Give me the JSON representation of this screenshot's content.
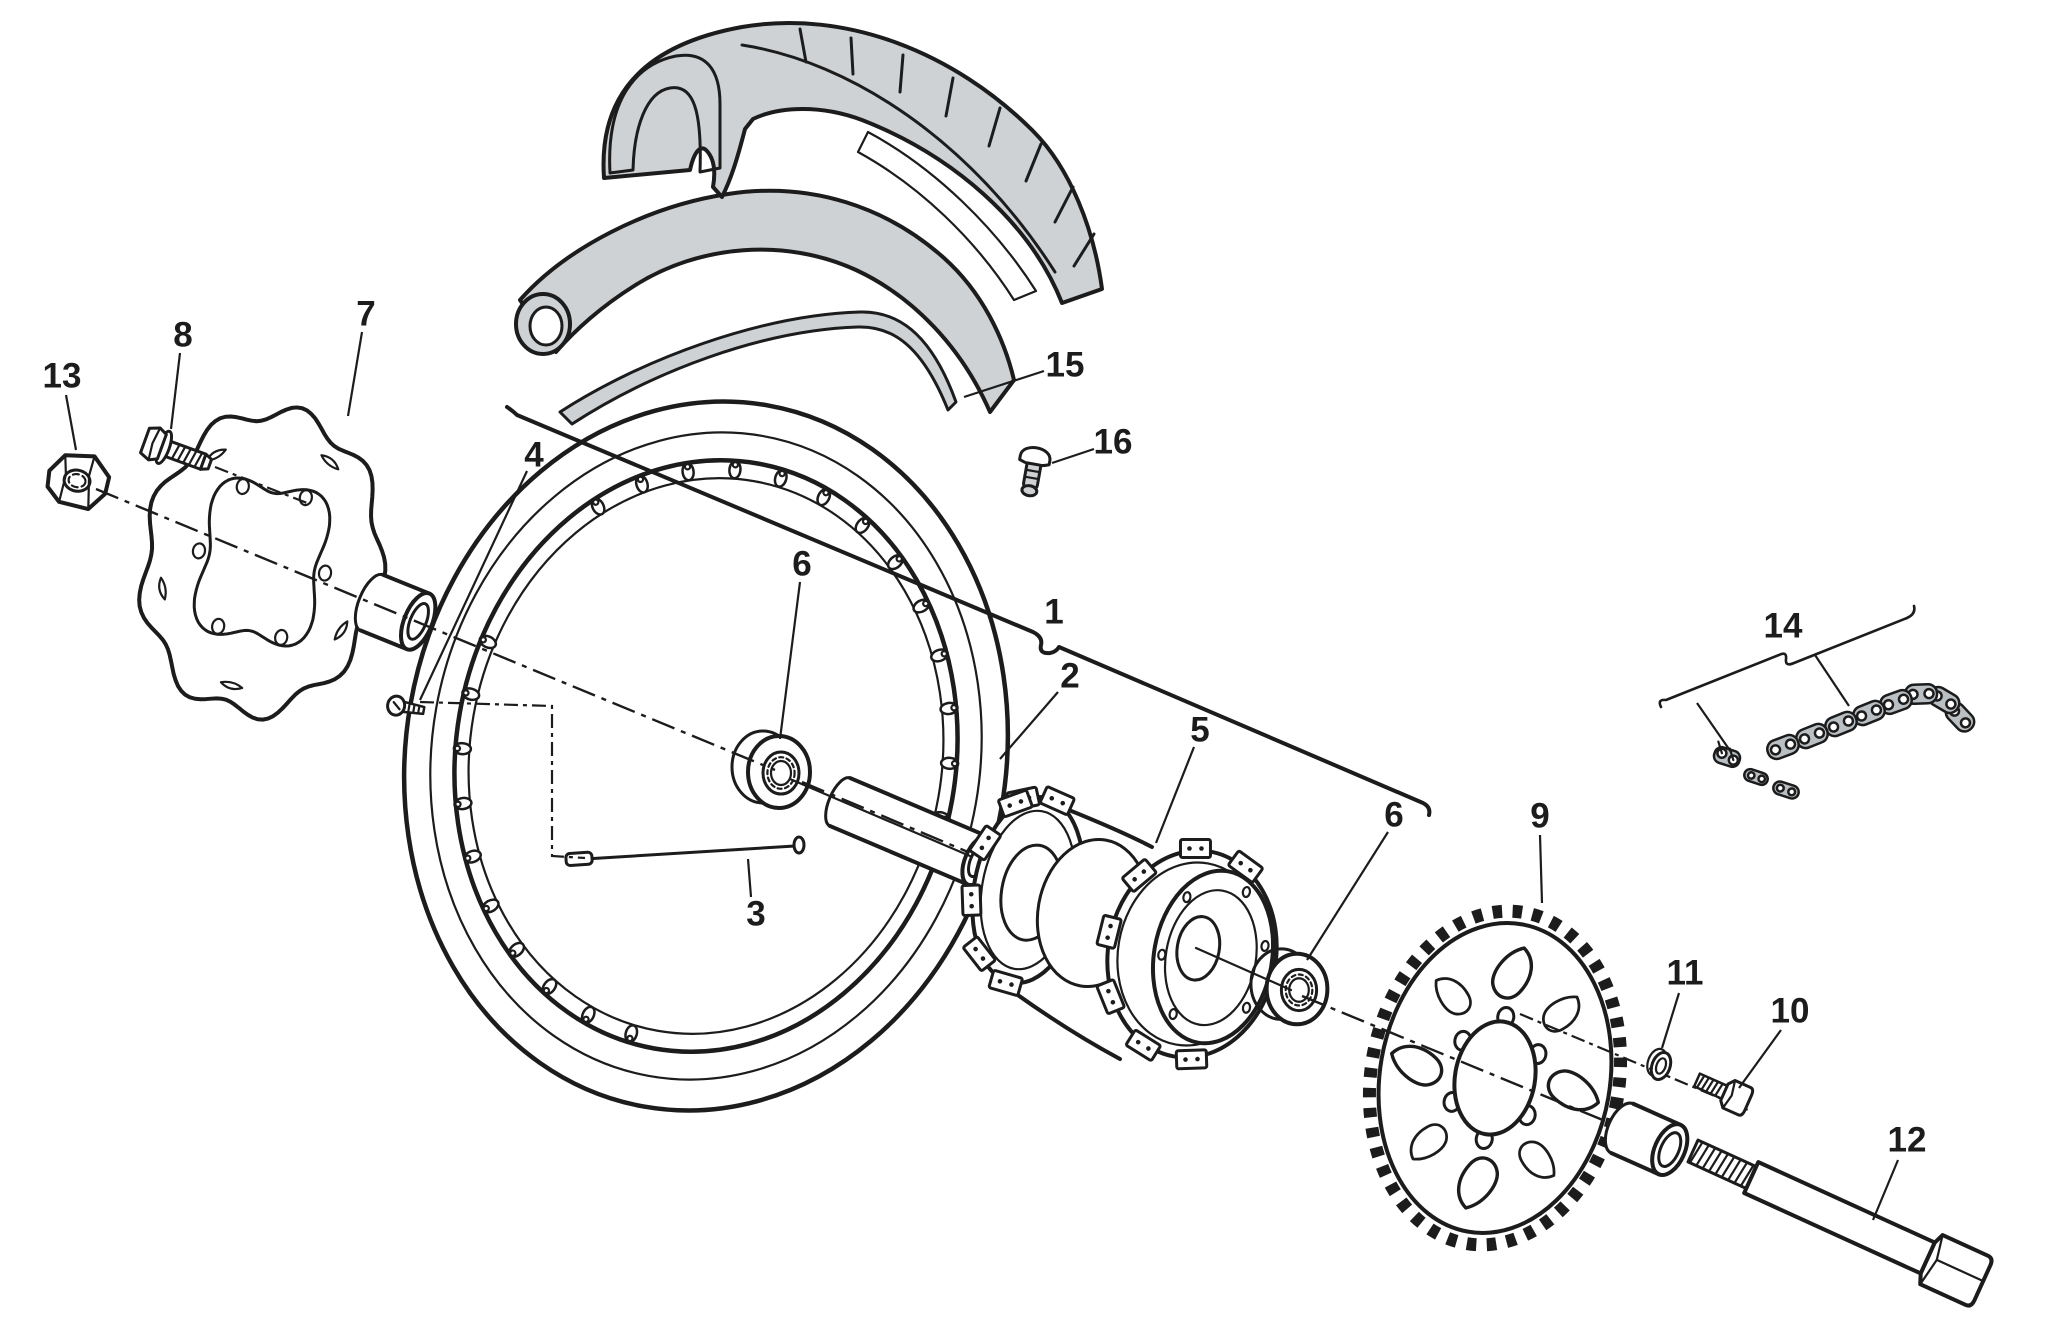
{
  "colors": {
    "background": "#ffffff",
    "line": "#1c1c1c",
    "rubber_fill": "#ced2d5",
    "hatch": "#8f969a",
    "metal_fill": "#b9bfc2"
  },
  "callouts": [
    {
      "label": "1"
    },
    {
      "label": "2"
    },
    {
      "label": "3"
    },
    {
      "label": "4"
    },
    {
      "label": "5"
    },
    {
      "label": "6"
    },
    {
      "label": "6"
    },
    {
      "label": "7"
    },
    {
      "label": "8"
    },
    {
      "label": "9"
    },
    {
      "label": "10"
    },
    {
      "label": "11"
    },
    {
      "label": "12"
    },
    {
      "label": "13"
    },
    {
      "label": "14"
    },
    {
      "label": "15"
    },
    {
      "label": "16"
    }
  ]
}
